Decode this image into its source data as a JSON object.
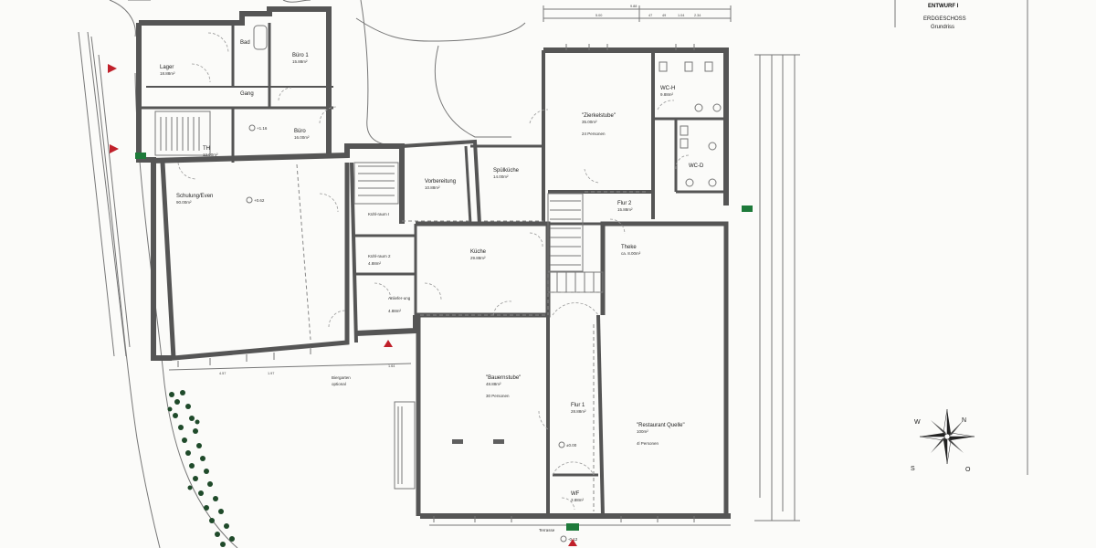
{
  "title_block": {
    "line1": "ENTWURF I",
    "line2": "ERDGESCHOSS",
    "line3": "Grundriss"
  },
  "rooms": [
    {
      "key": "lager",
      "name": "Lager",
      "area": "18.88m²"
    },
    {
      "key": "bad",
      "name": "Bad",
      "area": ""
    },
    {
      "key": "buero1",
      "name": "Büro 1",
      "area": "15.88m²"
    },
    {
      "key": "gang",
      "name": "Gang",
      "area": ""
    },
    {
      "key": "buero",
      "name": "Büro",
      "area": "16.00m²"
    },
    {
      "key": "th",
      "name": "TH",
      "area": "12.00m²"
    },
    {
      "key": "schulung",
      "name": "Schulung/Even",
      "area": "90.00m²"
    },
    {
      "key": "kuehlraum1",
      "name": "Kühl-raum I",
      "area": ""
    },
    {
      "key": "kuehlraum2",
      "name": "Kühl-raum 2",
      "area": "4.88m²"
    },
    {
      "key": "anlieferung",
      "name": "Anliefer-ung",
      "area": "4.88m²"
    },
    {
      "key": "vorbereitung",
      "name": "Vorbereitung",
      "area": "10.88m²"
    },
    {
      "key": "spuelkueche",
      "name": "Spülküche",
      "area": "14.00m²"
    },
    {
      "key": "kueche",
      "name": "Küche",
      "area": "29.88m²"
    },
    {
      "key": "zierkelstube",
      "name": "\"Zierkelstube\"",
      "area": "35.00m²",
      "seats": "24 Personen"
    },
    {
      "key": "wch",
      "name": "WC-H",
      "area": "9.88m²"
    },
    {
      "key": "wcd",
      "name": "WC-D",
      "area": ""
    },
    {
      "key": "flur2",
      "name": "Flur 2",
      "area": "15.88m²"
    },
    {
      "key": "theke",
      "name": "Theke",
      "area": "ca. 8.00m²"
    },
    {
      "key": "bauernstube",
      "name": "\"Bauernstube\"",
      "area": "48.88m²",
      "seats": "30 Personen"
    },
    {
      "key": "flur1",
      "name": "Flur 1",
      "area": "28.88m²"
    },
    {
      "key": "wf",
      "name": "WF",
      "area": "3.88m²"
    },
    {
      "key": "restaurant",
      "name": "\"Restaurant Quelle\"",
      "area": "100m²",
      "seats": "4l Personen"
    }
  ],
  "annotations": {
    "level1": "+1.16",
    "level2": "+0.62",
    "level3": "±0.00",
    "level4": "-0.12",
    "biergarten": "Biergarten",
    "biergarten2": "optional",
    "terrasse": "Terrasse",
    "exit_label": "⇆"
  },
  "dims_top": [
    "9.88",
    "5.00",
    "47",
    "49",
    "1.04",
    "2.34"
  ],
  "dims_bottom_left": [
    "4.57",
    "1.97",
    "1.64"
  ],
  "compass": {
    "w": "W",
    "n": "N",
    "s": "S",
    "o": "O"
  }
}
